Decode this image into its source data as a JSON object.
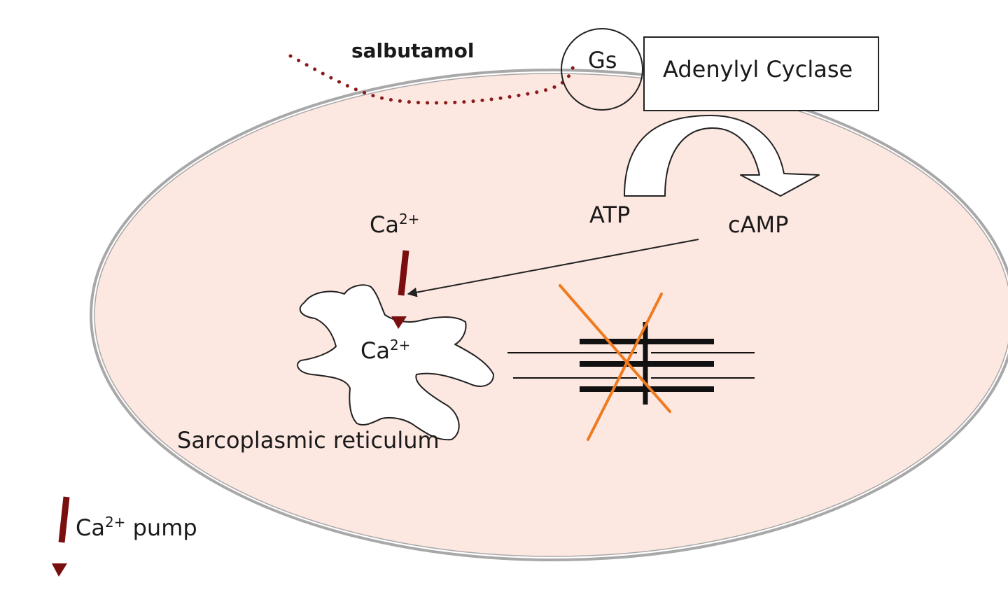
{
  "labels": {
    "drug": "salbutamol",
    "g_protein": "Gs",
    "enzyme": "Adenylyl Cyclase",
    "substrate": "ATP",
    "product": "cAMP",
    "calcium_base": "Ca",
    "calcium_charge": "2+",
    "organelle": "Sarcoplasmic reticulum",
    "legend_suffix": "pump"
  },
  "colors": {
    "cell_fill": "#fde7e1",
    "cell_border": "#a8a8a8",
    "drug_dots": "#8b1a1a",
    "pump_arrow": "#7a0f0f",
    "inhibition_cross": "#f07a1e",
    "filaments": "#111111",
    "outline": "#222222"
  },
  "icons": {
    "pump": "down-arrow-icon",
    "inhibition": "x-mark-icon",
    "conversion": "curved-arrow-icon"
  }
}
